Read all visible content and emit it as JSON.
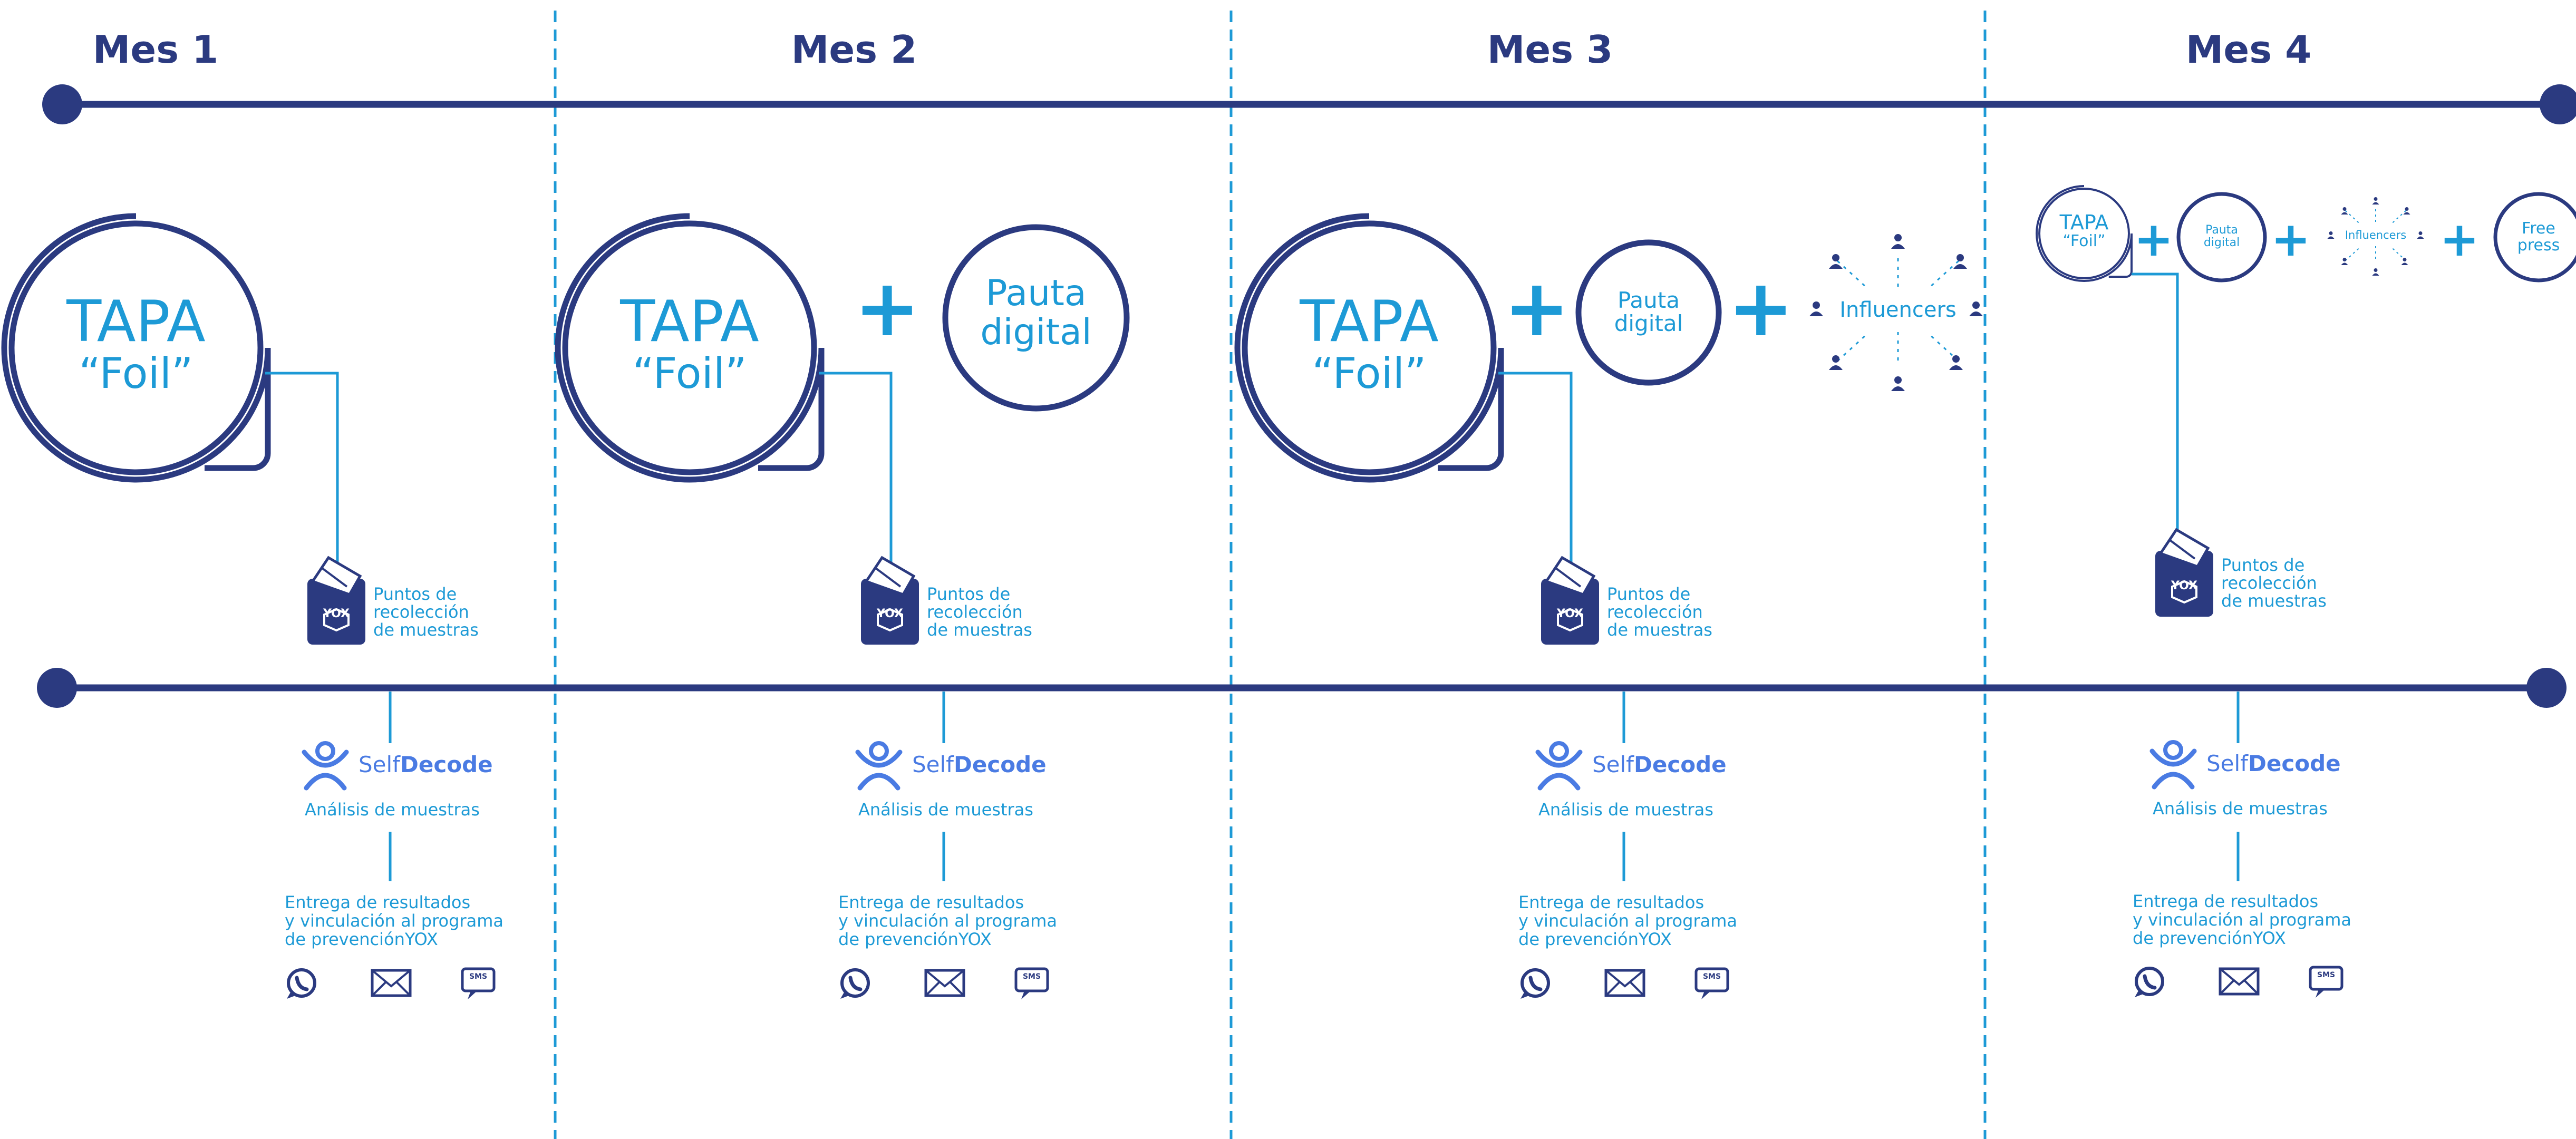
{
  "timeline": {
    "months": [
      "Mes 1",
      "Mes 2",
      "Mes 3",
      "Mes 4"
    ]
  },
  "campaign": {
    "tapa_title": "TAPA",
    "tapa_sub": "“Foil”",
    "pauta_line1": "Pauta",
    "pauta_line2": "digital",
    "influencers": "Influencers",
    "free_line1": "Free",
    "free_line2": "press",
    "plus": "+"
  },
  "process": {
    "collection_line1": "Puntos de",
    "collection_line2": "recolección",
    "collection_line3": "de muestras",
    "logo_self": "Self",
    "logo_decode": "Decode",
    "analysis": "Análisis de muestras",
    "delivery_line1": "Entrega de resultados",
    "delivery_line2": "y vinculación al programa",
    "delivery_line3": "de prevenciónYOX",
    "box_logo": "YOX",
    "sms": "SMS"
  },
  "colors": {
    "navy": "#2b3a80",
    "cyan": "#1d9ad6",
    "selfdecode_blue": "#4a7be3"
  }
}
